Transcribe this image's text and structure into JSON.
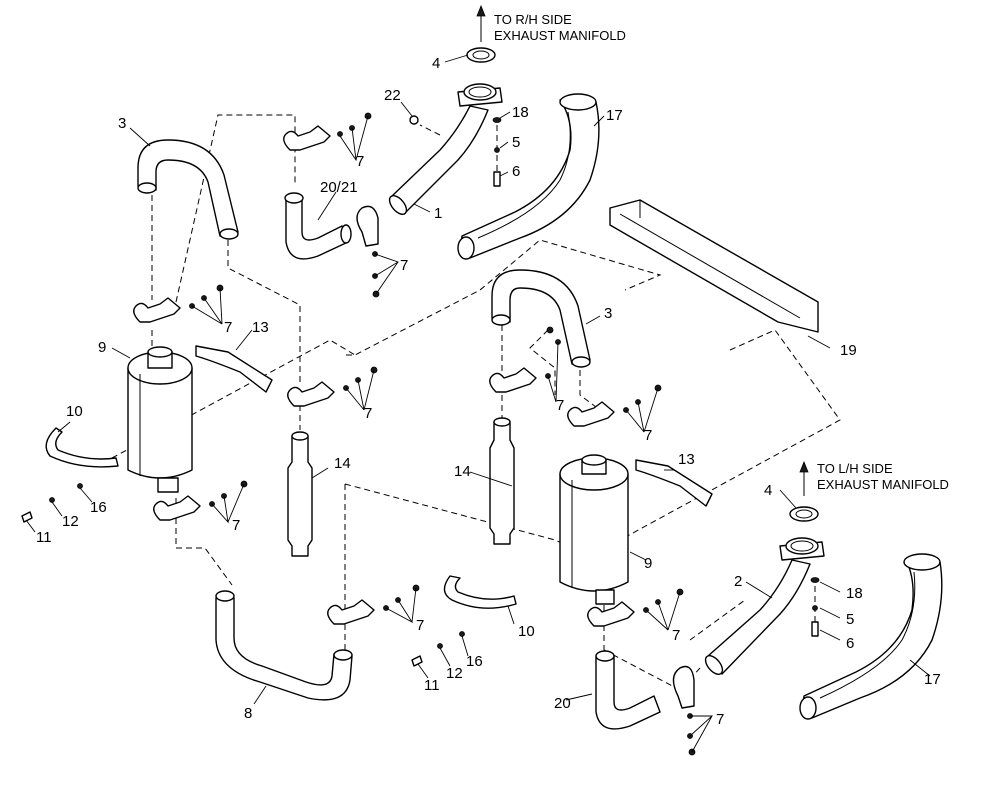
{
  "notes": {
    "rh_line1": "TO R/H SIDE",
    "rh_line2": "EXHAUST MANIFOLD",
    "lh_line1": "TO L/H SIDE",
    "lh_line2": "EXHAUST MANIFOLD"
  },
  "callouts": {
    "c1": "1",
    "c2": "2",
    "c3a": "3",
    "c3b": "3",
    "c4a": "4",
    "c4b": "4",
    "c5a": "5",
    "c5b": "5",
    "c6a": "6",
    "c6b": "6",
    "c7": "7",
    "c8": "8",
    "c9a": "9",
    "c9b": "9",
    "c10a": "10",
    "c10b": "10",
    "c11a": "11",
    "c11b": "11",
    "c12a": "12",
    "c12b": "12",
    "c13a": "13",
    "c13b": "13",
    "c14a": "14",
    "c14b": "14",
    "c16a": "16",
    "c16b": "16",
    "c17a": "17",
    "c17b": "17",
    "c18a": "18",
    "c18b": "18",
    "c19": "19",
    "c20": "20",
    "c2021": "20/21",
    "c22": "22"
  }
}
